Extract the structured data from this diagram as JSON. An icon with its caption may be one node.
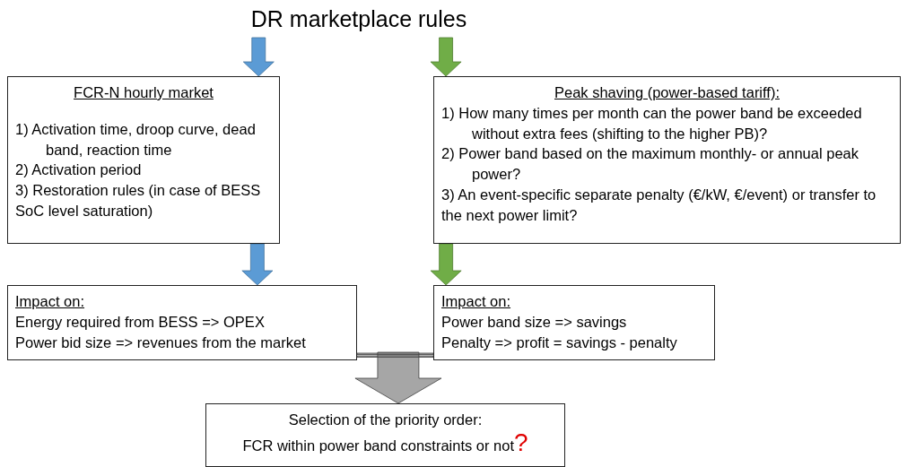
{
  "diagram": {
    "nodes": [
      {
        "text": [
          "DR marketplace rules"
        ]
      },
      {
        "text": [
          "FCR-N hourly market",
          "1) Activation time, droop curve, dead band, reaction time",
          "2) Activation period",
          "3) Restoration rules (in case of BESS SoC level saturation)"
        ]
      },
      {
        "text": [
          "Peak shaving (power-based tariff):",
          "1) How many times per month can the power band be exceeded without extra fees (shifting to the higher PB)?",
          "2) Power band based on the maximum monthly- or annual peak power?",
          "3) An event-specific separate penalty (€/kW, €/event) or transfer to the next power limit?"
        ]
      },
      {
        "text": [
          "Impact on:",
          "Energy required from BESS => OPEX",
          "Power bid size => revenues from the market"
        ]
      },
      {
        "text": [
          "Impact on:",
          "Power band size => savings",
          "Penalty => profit = savings - penalty"
        ]
      },
      {
        "text": [
          "Selection of the priority order:",
          "FCR within power band constraints or not",
          "?"
        ]
      }
    ],
    "edges": [
      {
        "from": 0,
        "to": 1,
        "arrow": "to",
        "style": "thick",
        "color": "#5b9bd5"
      },
      {
        "from": 0,
        "to": 2,
        "arrow": "to",
        "style": "thick",
        "color": "#70ad47"
      },
      {
        "from": 1,
        "to": 3,
        "arrow": "to",
        "style": "thick",
        "color": "#5b9bd5"
      },
      {
        "from": 2,
        "to": 4,
        "arrow": "to",
        "style": "thick",
        "color": "#70ad47"
      },
      {
        "from": 3,
        "to": 5,
        "arrow": "to",
        "style": "thick",
        "color": "#a6a6a6"
      },
      {
        "from": 4,
        "to": 5,
        "arrow": "to",
        "style": "thick",
        "color": "#a6a6a6"
      }
    ]
  }
}
